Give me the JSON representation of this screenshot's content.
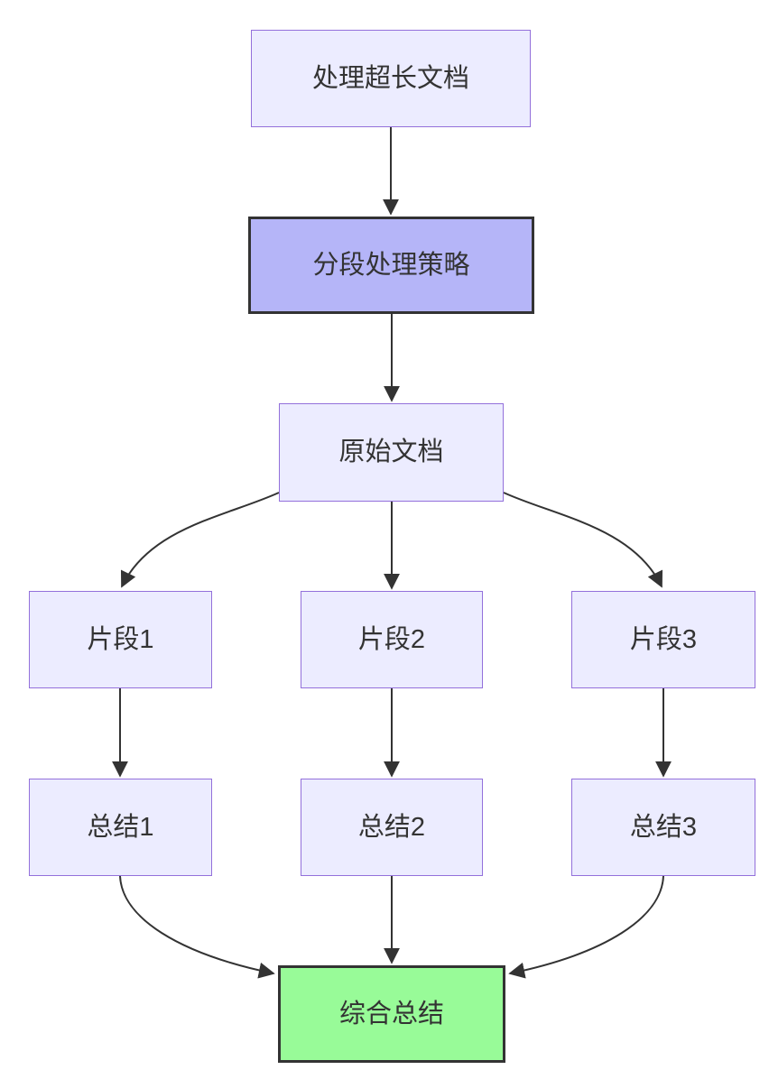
{
  "diagram": {
    "type": "flowchart",
    "direction": "top-down",
    "nodes": [
      {
        "id": "A",
        "label": "处理超长文档",
        "style": "default"
      },
      {
        "id": "B",
        "label": "分段处理策略",
        "style": "emphasis"
      },
      {
        "id": "C",
        "label": "原始文档",
        "style": "default"
      },
      {
        "id": "D1",
        "label": "片段1",
        "style": "default"
      },
      {
        "id": "D2",
        "label": "片段2",
        "style": "default"
      },
      {
        "id": "D3",
        "label": "片段3",
        "style": "default"
      },
      {
        "id": "E1",
        "label": "总结1",
        "style": "default"
      },
      {
        "id": "E2",
        "label": "总结2",
        "style": "default"
      },
      {
        "id": "E3",
        "label": "总结3",
        "style": "default"
      },
      {
        "id": "F",
        "label": "综合总结",
        "style": "final"
      }
    ],
    "edges": [
      {
        "from": "A",
        "to": "B"
      },
      {
        "from": "B",
        "to": "C"
      },
      {
        "from": "C",
        "to": "D1"
      },
      {
        "from": "C",
        "to": "D2"
      },
      {
        "from": "C",
        "to": "D3"
      },
      {
        "from": "D1",
        "to": "E1"
      },
      {
        "from": "D2",
        "to": "E2"
      },
      {
        "from": "D3",
        "to": "E3"
      },
      {
        "from": "E1",
        "to": "F"
      },
      {
        "from": "E2",
        "to": "F"
      },
      {
        "from": "E3",
        "to": "F"
      }
    ],
    "colors": {
      "background": "#FFFFFF",
      "node_fill": "#ECECFF",
      "node_border": "#9370DB",
      "emphasis_fill": "#B5B5F8",
      "emphasis_border": "#333333",
      "final_fill": "#98FB98",
      "final_border": "#333333",
      "edge": "#333333",
      "text": "#333333"
    }
  }
}
